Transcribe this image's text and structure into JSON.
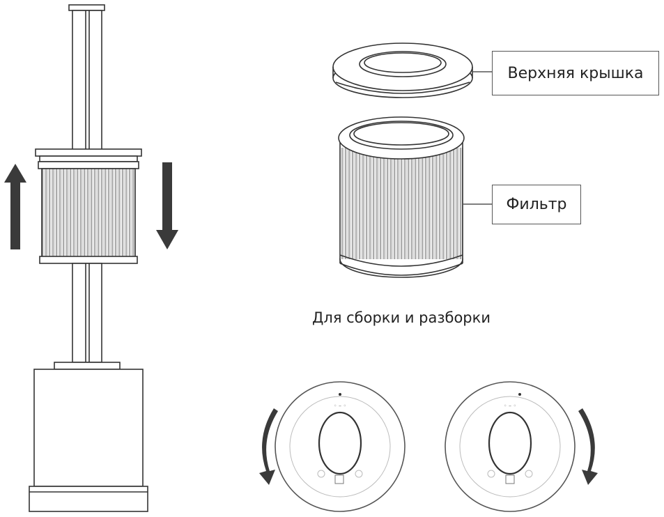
{
  "labels": {
    "top_cover": "Верхняя крышка",
    "filter": "Фильтр"
  },
  "caption": "Для сборки и разборки",
  "colors": {
    "line": "#333333",
    "arrow": "#3a3a3a",
    "background": "#ffffff"
  },
  "icons": {
    "up_arrow": "arrow-up-icon",
    "down_arrow": "arrow-down-icon",
    "ccw_arrow": "rotate-counterclockwise-icon",
    "cw_arrow": "rotate-clockwise-icon"
  }
}
